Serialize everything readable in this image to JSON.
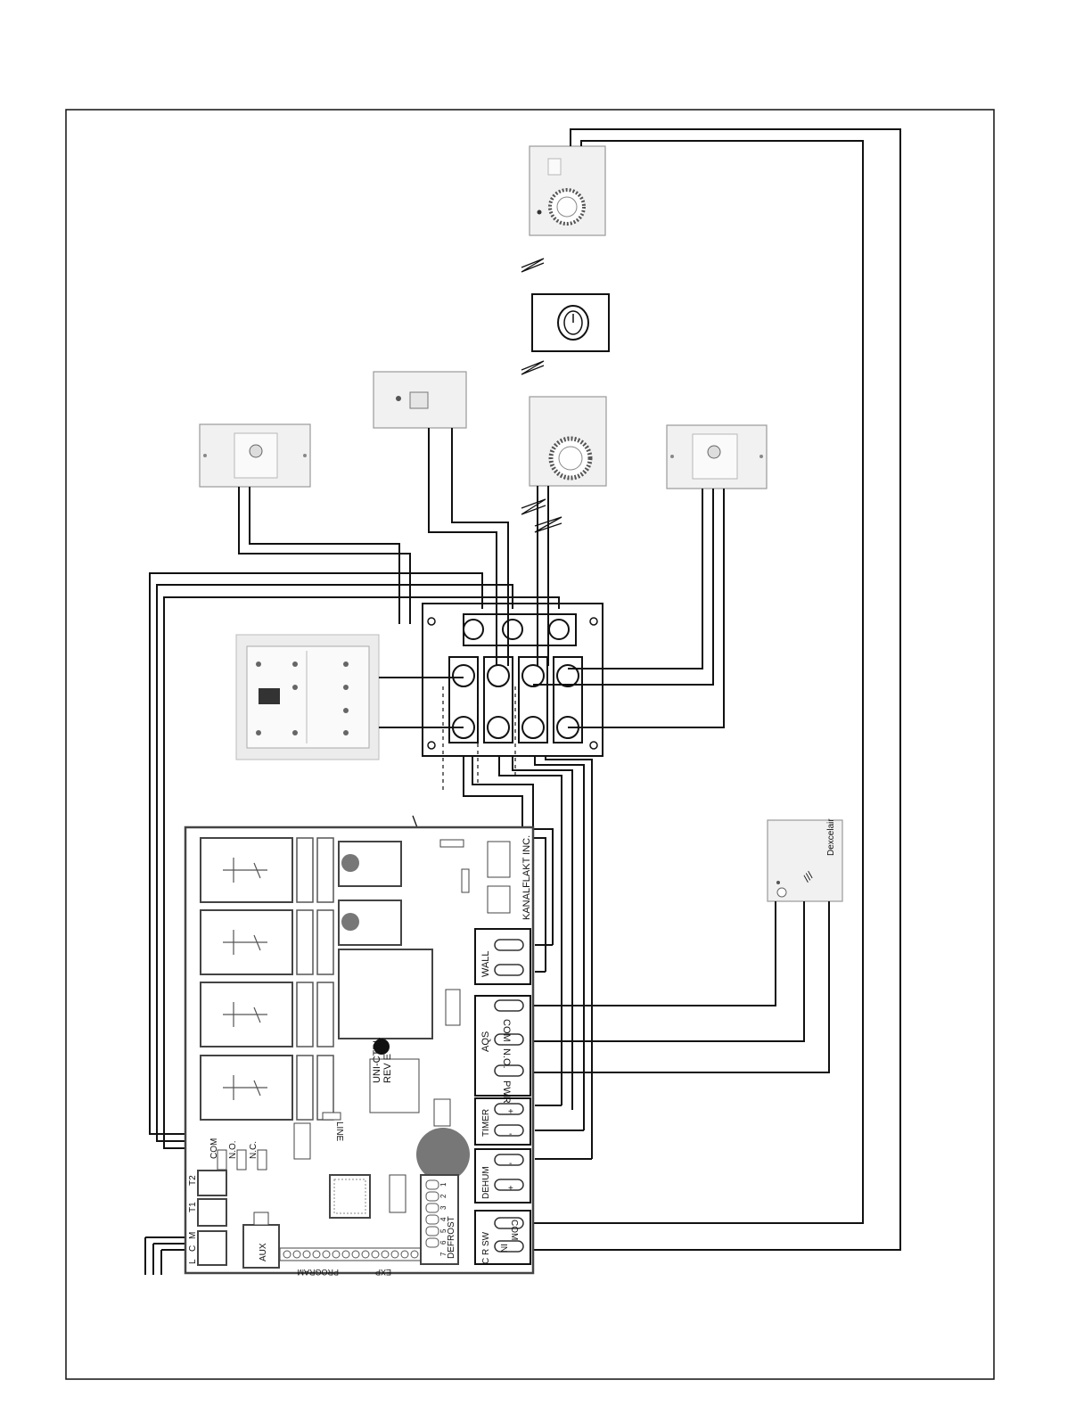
{
  "board": {
    "maker": "KANALFLAKT INC.",
    "model": "UNI-CTRL",
    "revision": "REV   E",
    "line_label": "LINE",
    "relay_labels": [
      "COM",
      "N.O.",
      "N.C."
    ],
    "power_labels": [
      "L",
      "C",
      "M"
    ],
    "transformer_labels": [
      "T1",
      "T2"
    ],
    "aux_label": "AUX",
    "program_label": "PROGRAM",
    "exp_label": "EXP",
    "defrost_label": "DEFROST",
    "defrost_pins": [
      "1",
      "2",
      "3",
      "4",
      "5",
      "6",
      "7"
    ],
    "terminal_blocks": {
      "wall": "WALL",
      "aqs": "AQS",
      "aqs_com": "COM",
      "aqs_no": "N.O.",
      "pwr": "PWR",
      "timer": "TIMER",
      "dehum": "DEHUM",
      "crsw": "C  R SW",
      "crsw_in": "IN",
      "crsw_com": "COM",
      "plus": "+",
      "minus": "-"
    }
  },
  "sensor": {
    "brand": "Dexcelair"
  },
  "colors": {
    "ink": "#111111",
    "photo_fill": "#f1f1f1",
    "photo_edge": "#9a9a9a"
  },
  "icons": [
    "timer-dial-icon",
    "push-button-icon",
    "humidistat-icon",
    "air-quality-sensor-icon"
  ]
}
